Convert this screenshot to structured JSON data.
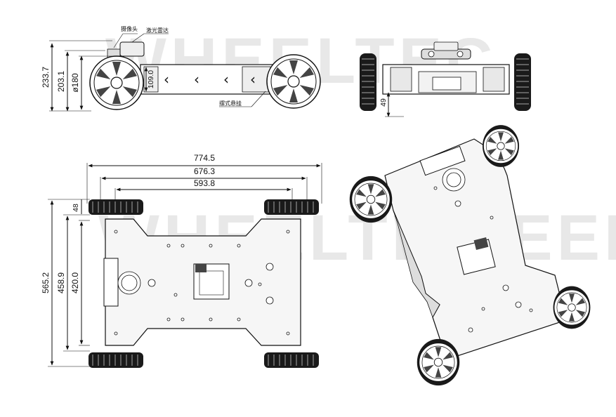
{
  "watermark": "WHEELTEC",
  "side_view": {
    "callouts": {
      "camera": "摄像头",
      "lidar": "激光雷达",
      "suspension": "摆式悬挂"
    },
    "dims": {
      "total_height": "233.7",
      "top_height": "203.1",
      "wheel_diameter": "ø180",
      "body_height": "109.0"
    }
  },
  "front_view": {
    "dims": {
      "ground_clearance": "49"
    }
  },
  "top_view": {
    "dims": {
      "overall_width": "774.5",
      "track_outer": "676.3",
      "track_inner": "593.8",
      "overall_length": "565.2",
      "length_mid": "458.9",
      "wheelbase": "420.0",
      "wheel_width": "48"
    }
  }
}
